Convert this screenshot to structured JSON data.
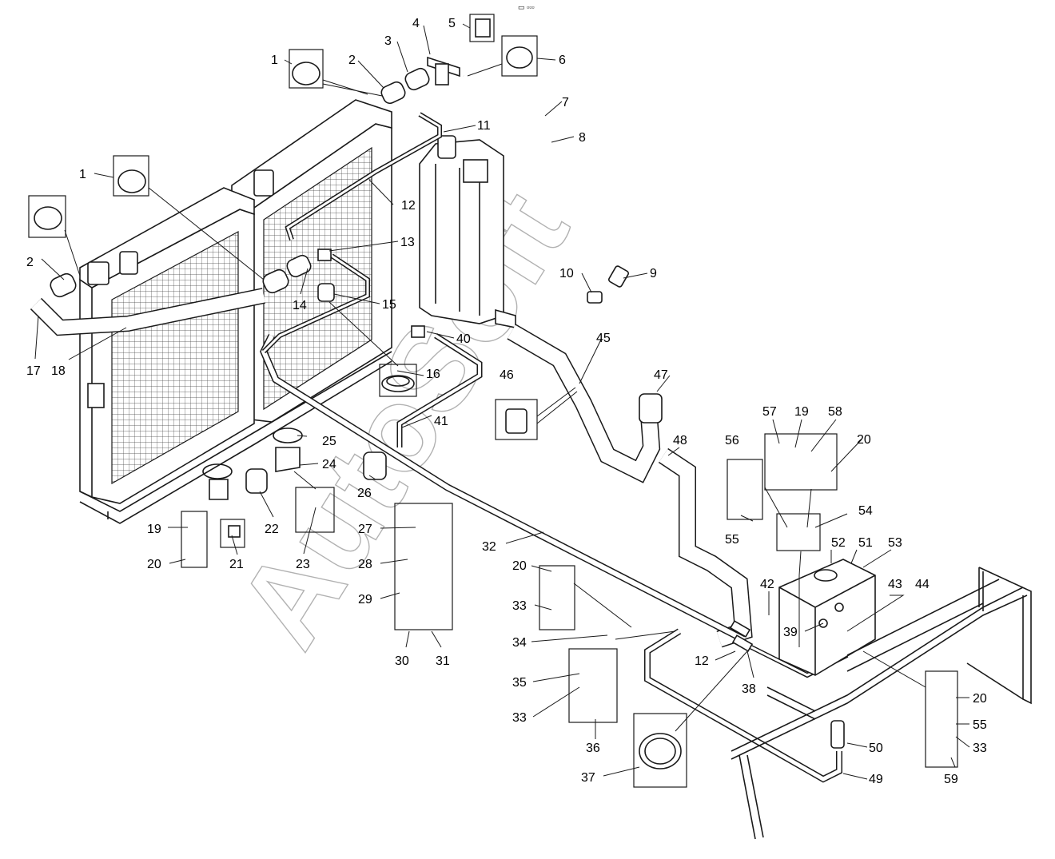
{
  "watermark": "AutoSoft",
  "header_mark": "▭ ▫▫▫",
  "callouts": [
    {
      "id": "c1a",
      "text": "1"
    },
    {
      "id": "c2a",
      "text": "2"
    },
    {
      "id": "c3",
      "text": "3"
    },
    {
      "id": "c4",
      "text": "4"
    },
    {
      "id": "c5",
      "text": "5"
    },
    {
      "id": "c6",
      "text": "6"
    },
    {
      "id": "c7",
      "text": "7"
    },
    {
      "id": "c8",
      "text": "8"
    },
    {
      "id": "c11",
      "text": "11"
    },
    {
      "id": "c1b",
      "text": "1"
    },
    {
      "id": "c12a",
      "text": "12"
    },
    {
      "id": "c13",
      "text": "13"
    },
    {
      "id": "c2b",
      "text": "2"
    },
    {
      "id": "c10",
      "text": "10"
    },
    {
      "id": "c9",
      "text": "9"
    },
    {
      "id": "c14",
      "text": "14"
    },
    {
      "id": "c15",
      "text": "15"
    },
    {
      "id": "c17",
      "text": "17"
    },
    {
      "id": "c18",
      "text": "18"
    },
    {
      "id": "c40",
      "text": "40"
    },
    {
      "id": "c45",
      "text": "45"
    },
    {
      "id": "c16",
      "text": "16"
    },
    {
      "id": "c46",
      "text": "46"
    },
    {
      "id": "c47",
      "text": "47"
    },
    {
      "id": "c41",
      "text": "41"
    },
    {
      "id": "c57",
      "text": "57"
    },
    {
      "id": "c19a",
      "text": "19"
    },
    {
      "id": "c58",
      "text": "58"
    },
    {
      "id": "c20a",
      "text": "20"
    },
    {
      "id": "c25",
      "text": "25"
    },
    {
      "id": "c48",
      "text": "48"
    },
    {
      "id": "c56",
      "text": "56"
    },
    {
      "id": "c24",
      "text": "24"
    },
    {
      "id": "c26",
      "text": "26"
    },
    {
      "id": "c22",
      "text": "22"
    },
    {
      "id": "c27",
      "text": "27"
    },
    {
      "id": "c19b",
      "text": "19"
    },
    {
      "id": "c54",
      "text": "54"
    },
    {
      "id": "c55a",
      "text": "55"
    },
    {
      "id": "c32",
      "text": "32"
    },
    {
      "id": "c52",
      "text": "52"
    },
    {
      "id": "c51",
      "text": "51"
    },
    {
      "id": "c53",
      "text": "53"
    },
    {
      "id": "c20b",
      "text": "20"
    },
    {
      "id": "c21",
      "text": "21"
    },
    {
      "id": "c23",
      "text": "23"
    },
    {
      "id": "c28",
      "text": "28"
    },
    {
      "id": "c20c",
      "text": "20"
    },
    {
      "id": "c42",
      "text": "42"
    },
    {
      "id": "c43",
      "text": "43"
    },
    {
      "id": "c44",
      "text": "44"
    },
    {
      "id": "c29",
      "text": "29"
    },
    {
      "id": "c33a",
      "text": "33"
    },
    {
      "id": "c39",
      "text": "39"
    },
    {
      "id": "c34",
      "text": "34"
    },
    {
      "id": "c30",
      "text": "30"
    },
    {
      "id": "c31",
      "text": "31"
    },
    {
      "id": "c12b",
      "text": "12"
    },
    {
      "id": "c35",
      "text": "35"
    },
    {
      "id": "c38",
      "text": "38"
    },
    {
      "id": "c20d",
      "text": "20"
    },
    {
      "id": "c33b",
      "text": "33"
    },
    {
      "id": "c55b",
      "text": "55"
    },
    {
      "id": "c36",
      "text": "36"
    },
    {
      "id": "c50",
      "text": "50"
    },
    {
      "id": "c33c",
      "text": "33"
    },
    {
      "id": "c37",
      "text": "37"
    },
    {
      "id": "c49",
      "text": "49"
    },
    {
      "id": "c59",
      "text": "59"
    }
  ]
}
